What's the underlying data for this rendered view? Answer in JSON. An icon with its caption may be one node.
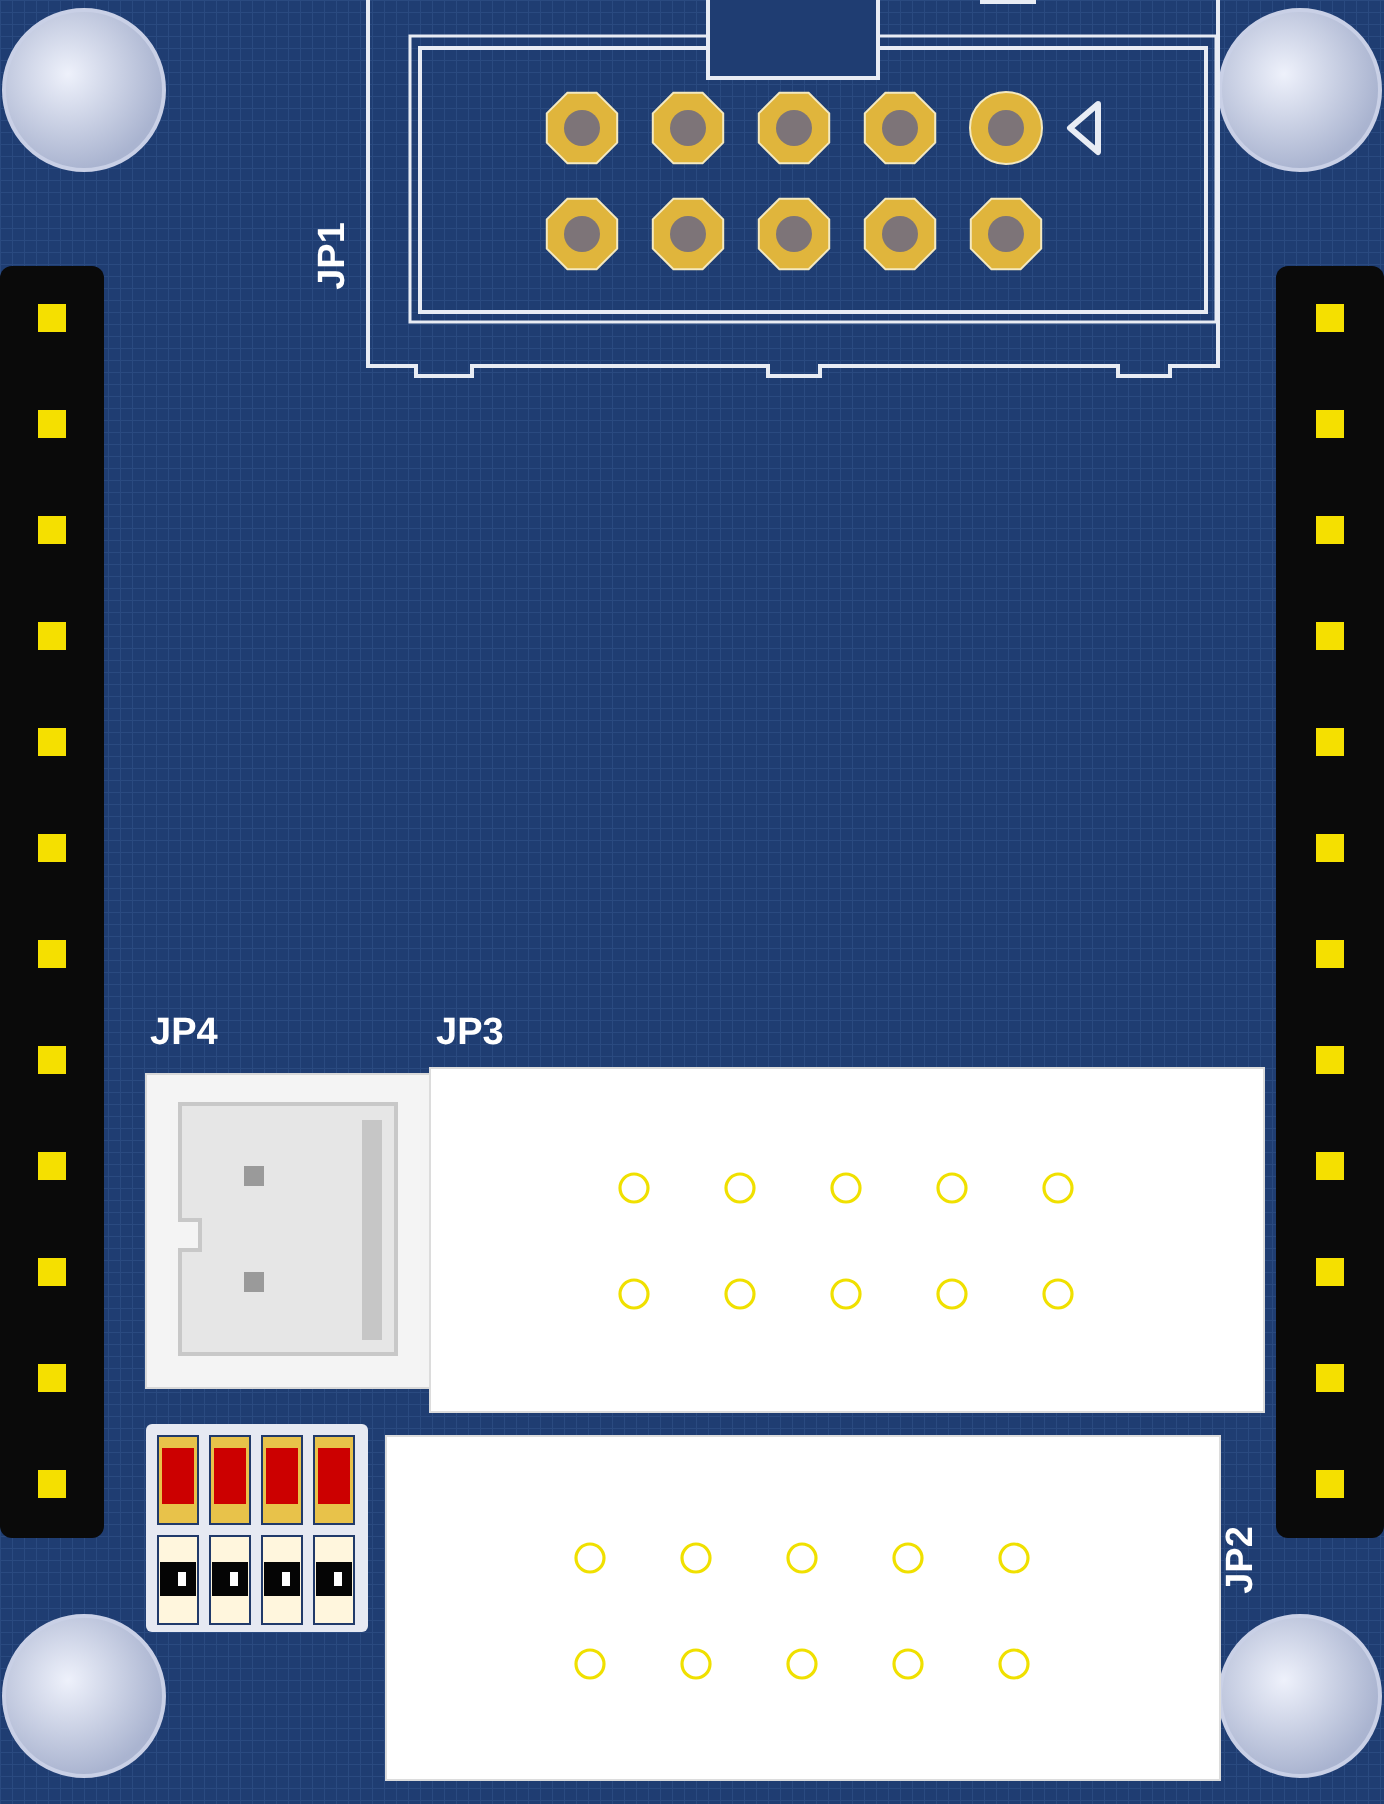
{
  "diagram": {
    "labels": [
      "JP1",
      "JP4",
      "JP3",
      "JP2"
    ]
  }
}
